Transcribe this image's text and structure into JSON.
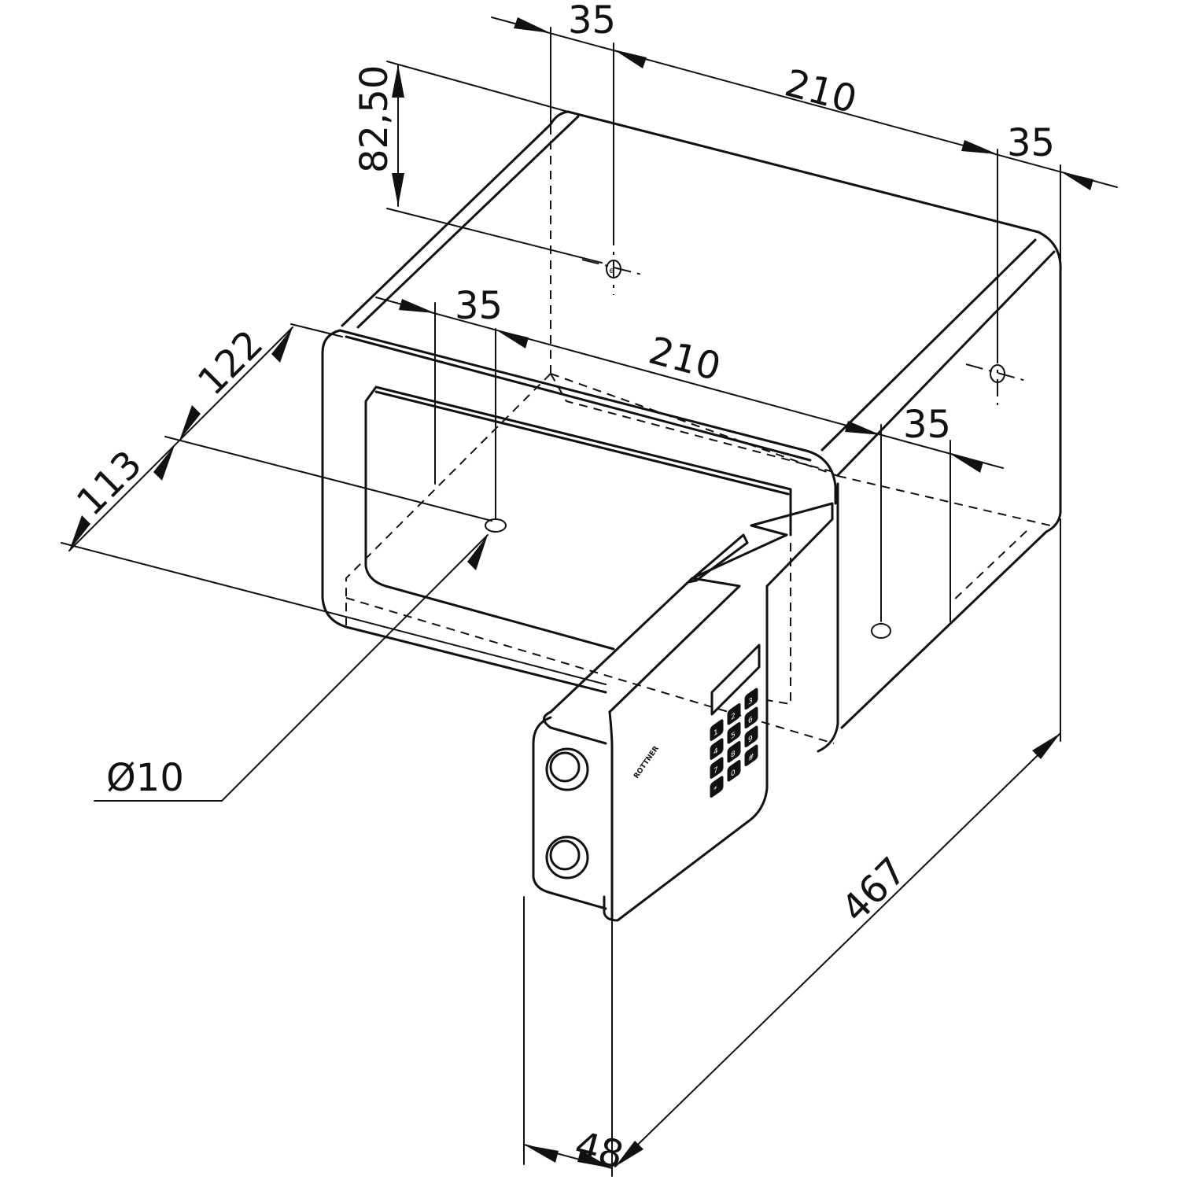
{
  "dimensions": {
    "top_offset_left": "35",
    "top_span": "210",
    "top_offset_right": "35",
    "height_upper": "82,50",
    "inner_offset_left": "35",
    "inner_span": "210",
    "inner_offset_right": "35",
    "depth_upper": "122",
    "depth_lower": "113",
    "hole_diameter": "Ø10",
    "overall_depth": "467",
    "door_thickness": "48"
  },
  "keypad": {
    "brand": "ROTTNER",
    "keys": [
      "1",
      "2",
      "3",
      "4",
      "5",
      "6",
      "7",
      "8",
      "9",
      "*",
      "0",
      "#"
    ]
  }
}
